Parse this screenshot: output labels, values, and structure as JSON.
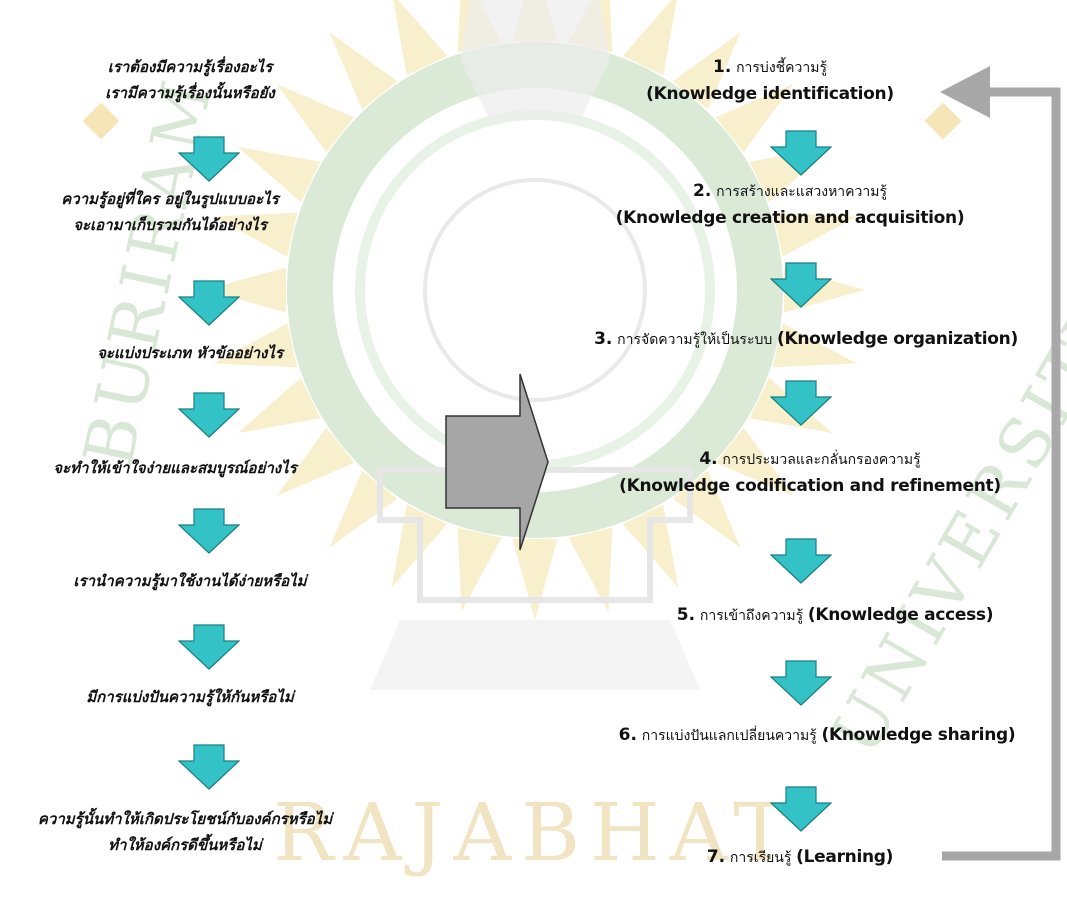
{
  "watermark": {
    "text_left": "BURIRAM",
    "text_bottom": "RAJABHAT",
    "text_right": "UNIVERSITY"
  },
  "left_questions": [
    {
      "lines": [
        "เราต้องมีความรู้เรื่องอะไร",
        "เรามีความรู้เรื่องนั้นหรือยัง"
      ]
    },
    {
      "lines": [
        "ความรู้อยู่ที่ใคร  อยู่ในรูปแบบอะไร",
        "จะเอามาเก็บรวมกันได้อย่างไร"
      ]
    },
    {
      "lines": [
        "จะแบ่งประเภท หัวข้ออย่างไร"
      ]
    },
    {
      "lines": [
        "จะทำให้เข้าใจง่ายและสมบูรณ์อย่างไร"
      ]
    },
    {
      "lines": [
        "เรานำความรู้มาใช้งานได้ง่ายหรือไม่"
      ]
    },
    {
      "lines": [
        "มีการแบ่งปันความรู้ให้กันหรือไม่"
      ]
    },
    {
      "lines": [
        "ความรู้นั้นทำให้เกิดประโยชน์กับองค์กรหรือไม่",
        "ทำให้องค์กรดีขึ้นหรือไม่"
      ]
    }
  ],
  "steps": [
    {
      "num": "1.",
      "thai": "การบ่งชี้ความรู้",
      "english": "(Knowledge identification)"
    },
    {
      "num": "2.",
      "thai": "การสร้างและแสวงหาความรู้",
      "english": "(Knowledge creation and acquisition)"
    },
    {
      "num": "3.",
      "thai": "การจัดความรู้ให้เป็นระบบ",
      "english": "(Knowledge organization)"
    },
    {
      "num": "4.",
      "thai": "การประมวลและกลั่นกรองความรู้",
      "english": "(Knowledge codification and refinement)"
    },
    {
      "num": "5.",
      "thai": "การเข้าถึงความรู้",
      "english": "(Knowledge access)"
    },
    {
      "num": "6.",
      "thai": "การแบ่งปันแลกเปลี่ยนความรู้",
      "english": "(Knowledge sharing)"
    },
    {
      "num": "7.",
      "thai": "การเรียนรู้",
      "english": "(Learning)"
    }
  ],
  "colors": {
    "arrow_fill": "#33c3c6",
    "arrow_stroke": "#1a7f82",
    "big_arrow_fill": "#a7a7a7",
    "loop_line": "#a8a8a8",
    "watermark_green": "#cfe3cf",
    "watermark_gold": "#f4e2a6"
  },
  "icons": {
    "down_arrow": "down-arrow-icon",
    "big_arrow": "right-arrow-icon",
    "loop_arrow": "left-arrow-icon"
  }
}
